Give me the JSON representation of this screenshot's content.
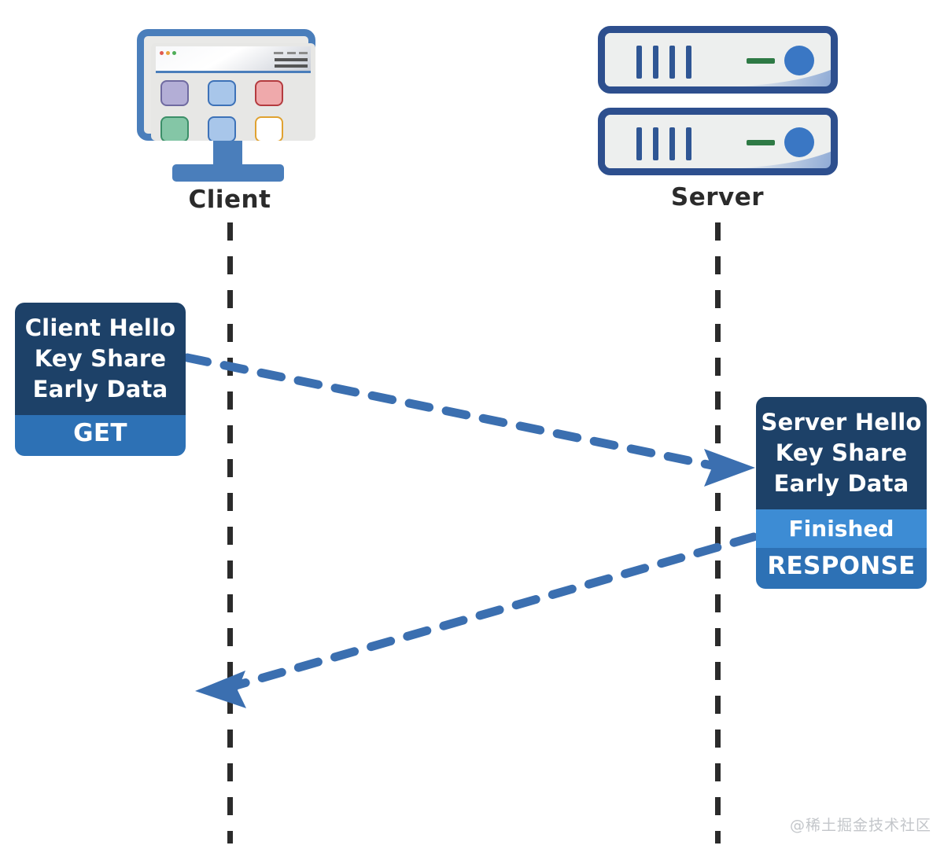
{
  "diagram": {
    "type": "sequence-diagram",
    "title_absent": true,
    "actors": [
      {
        "id": "client",
        "label": "Client",
        "icon": "desktop-monitor-icon"
      },
      {
        "id": "server",
        "label": "Server",
        "icon": "server-rack-icon"
      }
    ],
    "messages": [
      {
        "id": "client-hello",
        "from": "client",
        "to": "server",
        "direction": "right",
        "head_lines": [
          "Client Hello",
          "Key Share",
          "Early Data"
        ],
        "sub_label": "GET",
        "head_color": "#1d4168",
        "sub_color": "#2d71b5"
      },
      {
        "id": "server-hello",
        "from": "server",
        "to": "client",
        "direction": "left",
        "head_lines": [
          "Server Hello",
          "Key Share",
          "Early Data"
        ],
        "sub_label": "Finished",
        "sub_label_2": "RESPONSE",
        "head_color": "#1d4168",
        "sub_color": "#3d8cd4",
        "sub_color_2": "#2d71b5"
      }
    ],
    "arrow_color": "#3b6fb0",
    "lifeline_color": "#2b2b2b"
  },
  "client_icon": {
    "name": "desktop-monitor-icon",
    "frame_color": "#4a7ebb",
    "traffic_lights": [
      "#e05a4f",
      "#e8a33d",
      "#4fae58"
    ],
    "tiles": [
      {
        "name": "tile-purple",
        "fill": "#b3aed6",
        "border": "#6f6aa0"
      },
      {
        "name": "tile-blue",
        "fill": "#a8c6ea",
        "border": "#3d72b8"
      },
      {
        "name": "tile-red",
        "fill": "#efa9ab",
        "border": "#b43b3f"
      },
      {
        "name": "tile-green",
        "fill": "#84c6a6",
        "border": "#3b8f68"
      },
      {
        "name": "tile-blue-2",
        "fill": "#a8c6ea",
        "border": "#3d72b8"
      },
      {
        "name": "tile-orange",
        "fill": "#ffffff",
        "border": "#e0a231"
      }
    ]
  },
  "server_icon": {
    "name": "server-rack-icon",
    "units": 2,
    "bars_per_unit": 4,
    "border_color": "#2d4f8e",
    "led_color": "#2e7a45",
    "knob_color": "#3a77c4"
  },
  "watermark": {
    "text": "@稀土掘金技术社区"
  }
}
